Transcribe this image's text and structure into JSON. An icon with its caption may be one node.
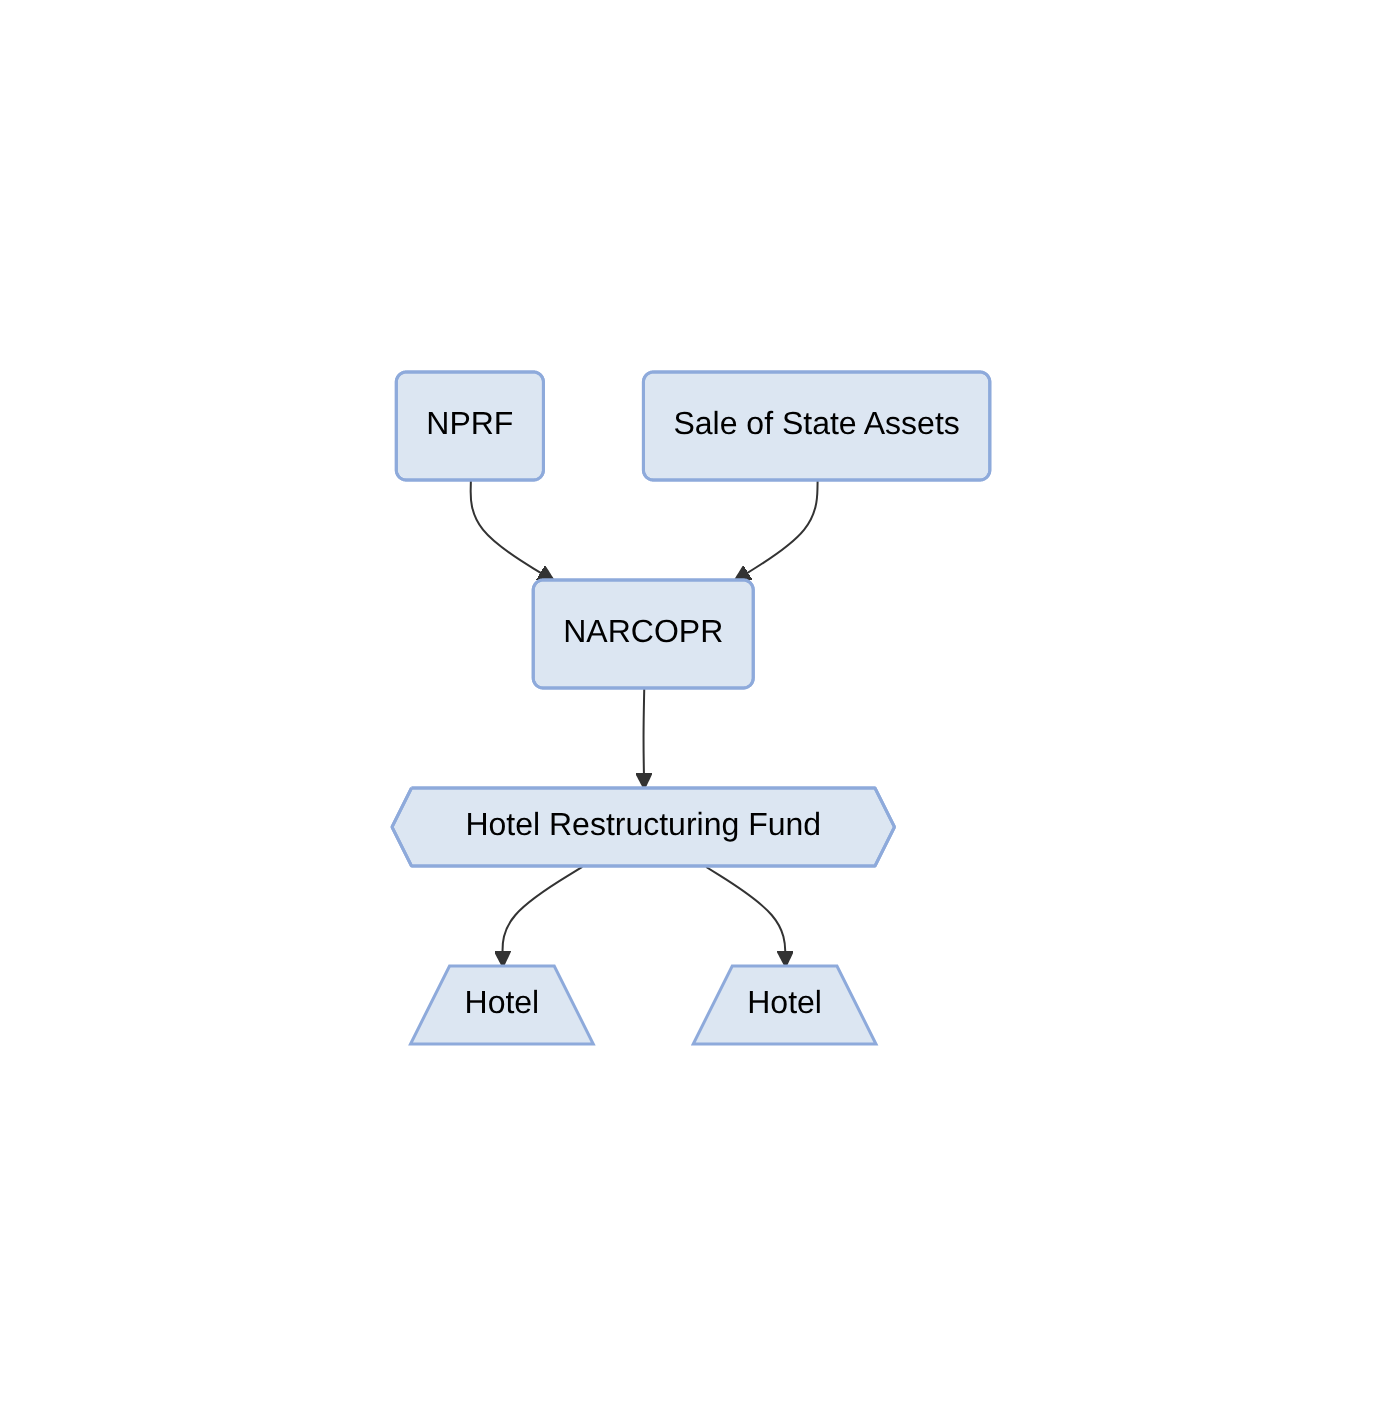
{
  "diagram": {
    "nodes": [
      {
        "text": [
          "NPRF"
        ]
      },
      {
        "text": [
          "Sale of State Assets"
        ]
      },
      {
        "text": [
          "NARCOPR"
        ]
      },
      {
        "text": [
          "Hotel Restructuring Fund"
        ]
      },
      {
        "text": [
          "Hotel"
        ]
      },
      {
        "text": [
          "Hotel"
        ]
      }
    ],
    "edges": [
      {
        "from": 0,
        "to": 2,
        "arrow": "to"
      },
      {
        "from": 1,
        "to": 2,
        "arrow": "to"
      },
      {
        "from": 2,
        "to": 3,
        "arrow": "to"
      },
      {
        "from": 3,
        "to": 4,
        "arrow": "to"
      },
      {
        "from": 3,
        "to": 5,
        "arrow": "to"
      }
    ]
  }
}
